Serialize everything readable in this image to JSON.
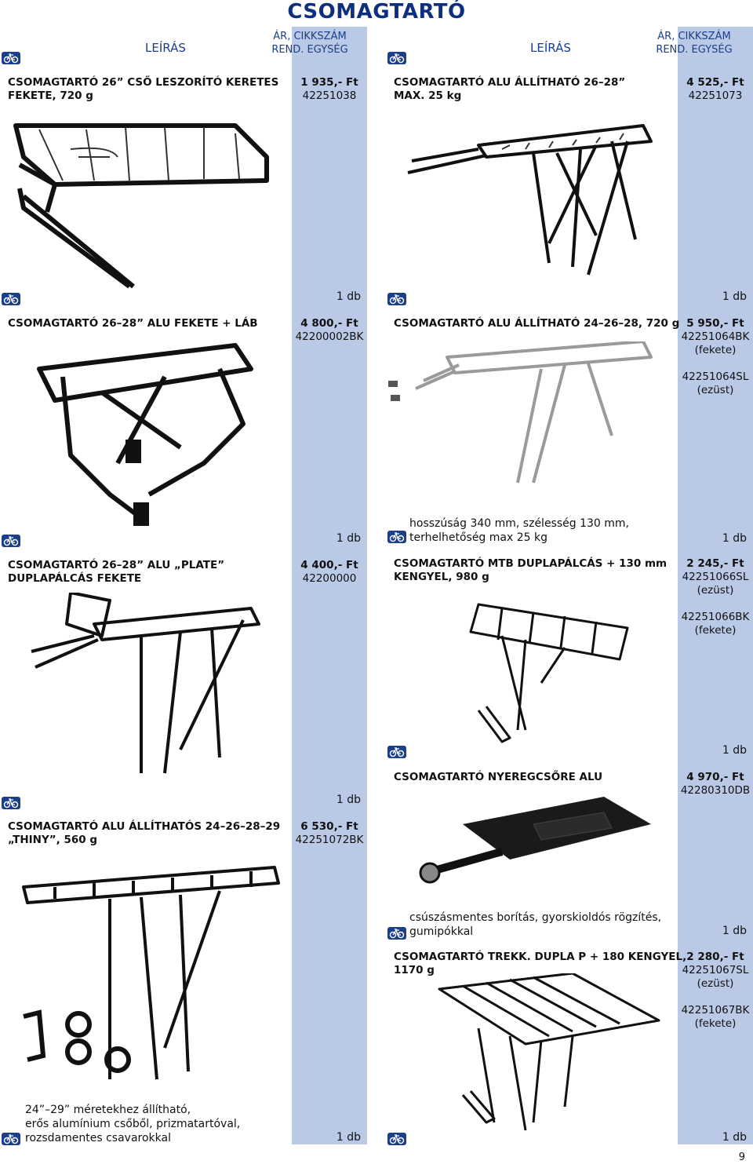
{
  "title": "CSOMAGTARTÓ",
  "headers": {
    "desc": "LEÍRÁS",
    "price_line1": "ÁR, CIKKSZÁM",
    "price_line2": "REND. EGYSÉG"
  },
  "colors": {
    "band": "#b9c9e6",
    "heading": "#0d2f7e",
    "icon": "#1c3f8c"
  },
  "icon_name": "bicycle-icon",
  "unit": "1 db",
  "products": [
    {
      "name_l1": "CSOMAGTARTÓ 26” CSŐ LESZORÍTÓ KERETES",
      "name_l2": "FEKETE, 720 g",
      "price": "1 935,- Ft",
      "codes": [
        "42251038"
      ]
    },
    {
      "name_l1": "CSOMAGTARTÓ ALU ÁLLÍTHATÓ 26–28”",
      "name_l2": "MAX. 25 kg",
      "price": "4 525,- Ft",
      "codes": [
        "42251073"
      ]
    },
    {
      "name_l1": "CSOMAGTARTÓ 26–28” ALU FEKETE + LÁB",
      "name_l2": "",
      "price": "4 800,- Ft",
      "codes": [
        "42200002BK"
      ]
    },
    {
      "name_l1": "CSOMAGTARTÓ ALU ÁLLÍTHATÓ 24–26–28, 720 g",
      "name_l2": "",
      "price": "5 950,- Ft",
      "codes": [
        "42251064BK",
        "(fekete)",
        "42251064SL",
        "(ezüst)"
      ]
    },
    {
      "name_l1": "CSOMAGTARTÓ 26–28” ALU „PLATE”",
      "name_l2": "DUPLAPÁLCÁS FEKETE",
      "price": "4 400,- Ft",
      "codes": [
        "42200000"
      ]
    },
    {
      "name_l1": "CSOMAGTARTÓ MTB DUPLAPÁLCÁS + 130 mm",
      "name_l2": "KENGYEL, 980 g",
      "price": "2 245,- Ft",
      "codes": [
        "42251066SL",
        "(ezüst)",
        "42251066BK",
        "(fekete)"
      ]
    },
    {
      "name_l1": "CSOMAGTARTÓ NYEREGCSŐRE ALU",
      "name_l2": "",
      "price": "4 970,- Ft",
      "codes": [
        "42280310DB"
      ]
    },
    {
      "name_l1": "CSOMAGTARTÓ ALU ÁLLÍTHATÓS 24–26–28–29",
      "name_l2": "„THINY”, 560 g",
      "price": "6 530,- Ft",
      "codes": [
        "42251072BK"
      ]
    },
    {
      "name_l1": "CSOMAGTARTÓ TREKK. DUPLA P + 180 KENGYEL,",
      "name_l2": "1170 g",
      "price": "2 280,- Ft",
      "codes": [
        "42251067SL",
        "(ezüst)",
        "42251067BK",
        "(fekete)"
      ]
    }
  ],
  "notes": {
    "mtb": [
      "hosszúság 340 mm, szélesség 130 mm,",
      "terhelhetőség max 25 kg"
    ],
    "seatpost": [
      "csúszásmentes borítás, gyorskioldós rögzítés,",
      "gumipókkal"
    ],
    "thiny": [
      "24”–29” méretekhez állítható,",
      "erős alumínium csőből, prizmatartóval,",
      "rozsdamentes csavarokkal"
    ]
  },
  "page_number": "9"
}
